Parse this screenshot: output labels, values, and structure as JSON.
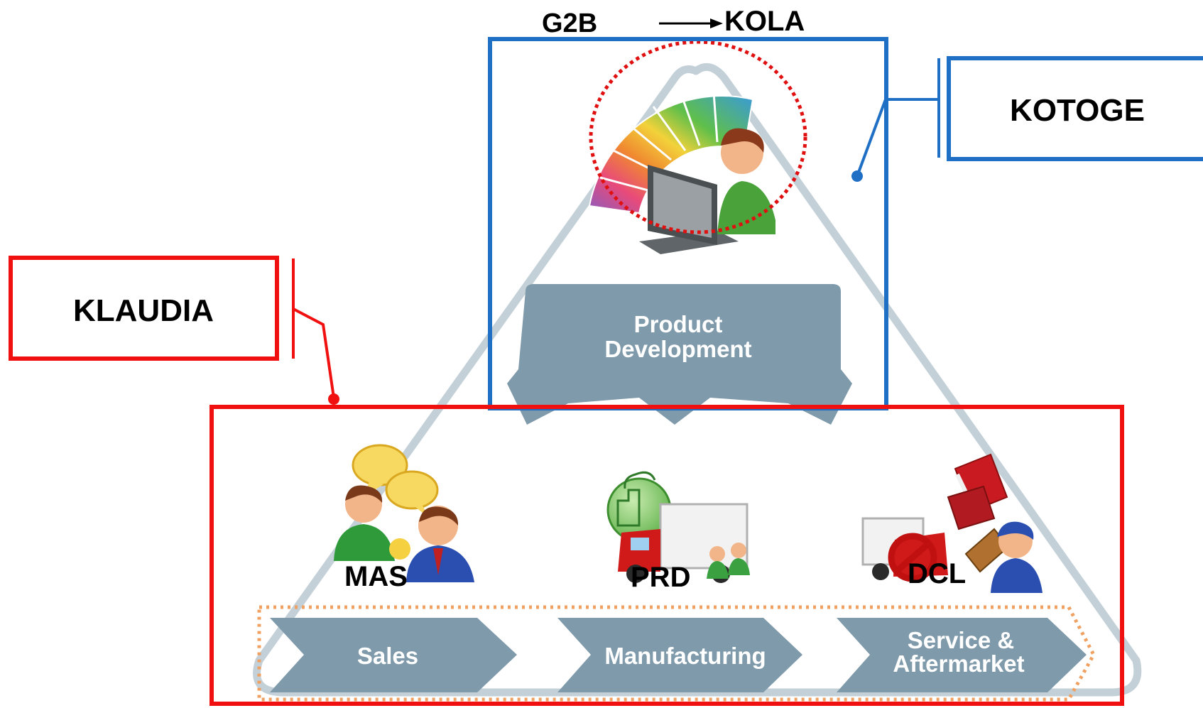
{
  "header": {
    "left_label": "G2B",
    "right_label": "KOLA"
  },
  "callouts": {
    "top_right": "KOTOGE",
    "left": "KLAUDIA"
  },
  "product_development": {
    "line1": "Product",
    "line2": "Development"
  },
  "systems": {
    "sales_system": "MAS",
    "manufacturing_system": "PRD",
    "service_system": "DCL"
  },
  "process_steps": [
    {
      "line1": "Sales",
      "line2": ""
    },
    {
      "line1": "Manufacturing",
      "line2": ""
    },
    {
      "line1": "Service &",
      "line2": "Aftermarket"
    }
  ],
  "colors": {
    "blue_frame": "#1f6fc5",
    "red_frame": "#f01010",
    "band_gray": "#7f9aaa",
    "triangle_outline": "#c3d0d8",
    "dotted_orange": "#f0a060"
  }
}
